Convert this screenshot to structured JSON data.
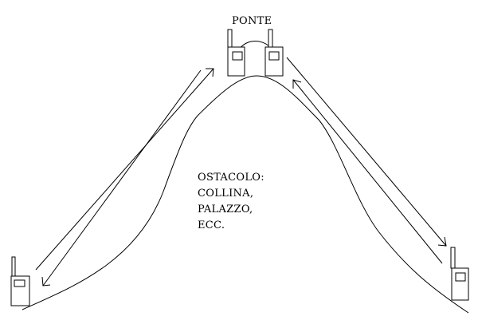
{
  "labels": {
    "bridge": "PONTE",
    "obstacle_lines": [
      "OSTACOLO:",
      "COLLINA,",
      "PALAZZO,",
      "ECC."
    ]
  },
  "colors": {
    "ink": "#000000",
    "background": "#ffffff"
  },
  "icons": {
    "radio": "walkie-talkie-icon",
    "arrow": "arrow-icon"
  }
}
